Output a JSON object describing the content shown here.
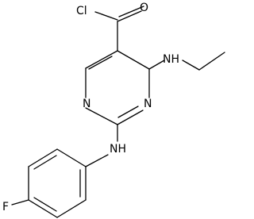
{
  "molecule": {
    "atoms": {
      "cl": "Cl",
      "o": "O",
      "nh_ethyl": "NH",
      "n_ring_left": "N",
      "n_ring_right": "N",
      "nh_aryl": "NH",
      "f": "F"
    },
    "colors": {
      "bond": "#000000",
      "label": "#000000",
      "background": "#ffffff"
    }
  }
}
